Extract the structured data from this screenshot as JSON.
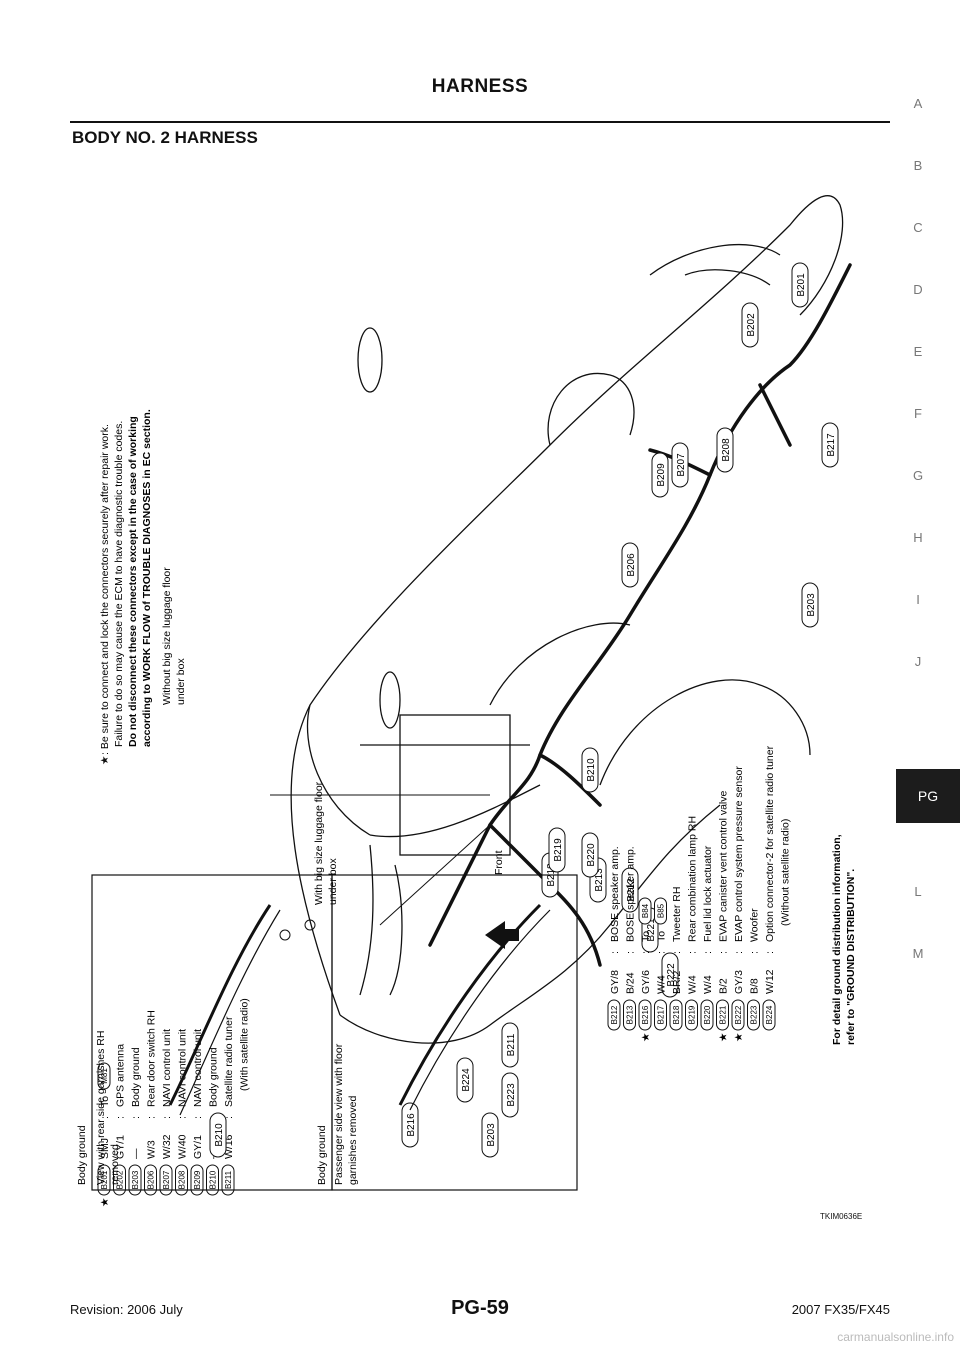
{
  "header": {
    "title": "HARNESS"
  },
  "section": {
    "title": "BODY NO. 2 HARNESS"
  },
  "side_index": [
    "A",
    "B",
    "C",
    "D",
    "E",
    "F",
    "G",
    "H",
    "I",
    "J",
    "PG",
    "L",
    "M"
  ],
  "active_tab": "PG",
  "footer": {
    "revision": "Revision: 2006 July",
    "page": "PG-59",
    "model": "2007 FX35/FX45"
  },
  "figure_id": "TKIM0636E",
  "watermark": "carmanualsonline.info",
  "note": {
    "line1": ": Be sure to connect and lock the connectors securely after repair work.",
    "line2": "Failure to do so may cause the ECM to have diagnostic trouble codes.",
    "line3": "Do not disconnect these connectors except in the case of working",
    "line4": "according to WORK FLOW of TROUBLE DIAGNOSES in EC section."
  },
  "ground_note": {
    "line1": "For detail ground distribution information,",
    "line2": "refer to \"GROUND DISTRIBUTION\"."
  },
  "left_legend": [
    {
      "code": "B201",
      "wire": "SMJ",
      "desc": "To",
      "ref": "M81",
      "star": true
    },
    {
      "code": "B202",
      "wire": "GY/1",
      "desc": "GPS antenna",
      "ref": "",
      "star": false
    },
    {
      "code": "B203",
      "wire": "—",
      "desc": "Body ground",
      "ref": "",
      "star": false
    },
    {
      "code": "B206",
      "wire": "W/3",
      "desc": "Rear door switch RH",
      "ref": "",
      "star": false
    },
    {
      "code": "B207",
      "wire": "W/32",
      "desc": "NAVI control unit",
      "ref": "",
      "star": false
    },
    {
      "code": "B208",
      "wire": "W/40",
      "desc": "NAVI control unit",
      "ref": "",
      "star": false
    },
    {
      "code": "B209",
      "wire": "GY/1",
      "desc": "NAVI control unit",
      "ref": "",
      "star": false
    },
    {
      "code": "B210",
      "wire": "—",
      "desc": "Body ground",
      "ref": "",
      "star": false
    },
    {
      "code": "B211",
      "wire": "W/16",
      "desc": "Satellite radio tuner",
      "ref": "",
      "star": false
    }
  ],
  "left_legend_extra": "(With satellite radio)",
  "right_legend": [
    {
      "code": "B212",
      "wire": "GY/8",
      "desc": "BOSE speaker amp.",
      "ref": "",
      "star": false
    },
    {
      "code": "B213",
      "wire": "B/24",
      "desc": "BOSE speaker amp.",
      "ref": "",
      "star": false
    },
    {
      "code": "B216",
      "wire": "GY/6",
      "desc": "To",
      "ref": "B84",
      "star": true
    },
    {
      "code": "B217",
      "wire": "W/4",
      "desc": "To",
      "ref": "B85",
      "star": false
    },
    {
      "code": "B218",
      "wire": "BR/2",
      "desc": "Tweeter RH",
      "ref": "",
      "star": false
    },
    {
      "code": "B219",
      "wire": "W/4",
      "desc": "Rear combination lamp RH",
      "ref": "",
      "star": false
    },
    {
      "code": "B220",
      "wire": "W/4",
      "desc": "Fuel lid lock actuator",
      "ref": "",
      "star": false
    },
    {
      "code": "B221",
      "wire": "B/2",
      "desc": "EVAP canister vent control valve",
      "ref": "",
      "star": true
    },
    {
      "code": "B222",
      "wire": "GY/3",
      "desc": "EVAP control system pressure sensor",
      "ref": "",
      "star": true
    },
    {
      "code": "B223",
      "wire": "B/8",
      "desc": "Woofer",
      "ref": "",
      "star": false
    },
    {
      "code": "B224",
      "wire": "W/12",
      "desc": "Option connector-2 for satellite radio tuner",
      "ref": "",
      "star": false
    }
  ],
  "right_legend_extra": "(Without satellite radio)",
  "labels": {
    "without_box_1": "Without big size luggage floor",
    "without_box_2": "under box",
    "with_box_1": "With big size luggage floor",
    "with_box_2": "under box",
    "body_ground_1": "Body ground",
    "body_ground_2": "Body ground",
    "inset1_title_1": "View with rear side garnishes RH",
    "inset1_title_2": "removed",
    "inset2_title_1": "Passenger side view with floor",
    "inset2_title_2": "garnishes removed",
    "front": "Front"
  },
  "connector_callouts": [
    "B201",
    "B202",
    "B203",
    "B206",
    "B207",
    "B208",
    "B209",
    "B210",
    "B211",
    "B212",
    "B213",
    "B216",
    "B217",
    "B218",
    "B219",
    "B220",
    "B221",
    "B222",
    "B223",
    "B224"
  ],
  "inset_callouts": {
    "inset1": "B210",
    "inset2": "B203"
  }
}
